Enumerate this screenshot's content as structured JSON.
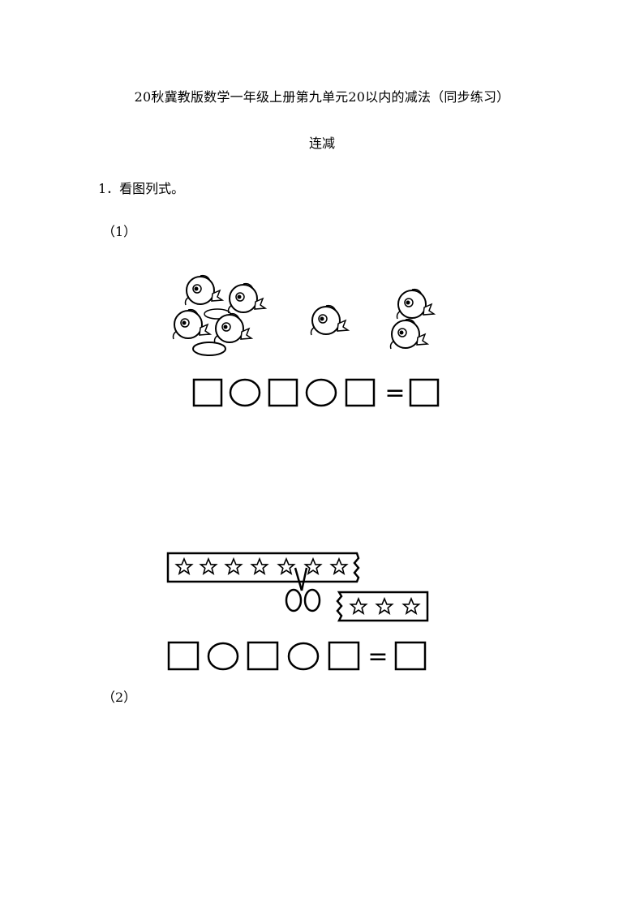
{
  "document": {
    "title": "20秋冀教版数学一年级上册第九单元20以内的减法（同步练习）",
    "subtitle": "连减",
    "question_1": "1．看图列式。",
    "part_1_label": "（1）",
    "part_2_label": "（2）",
    "equation_sign": "="
  },
  "illustrations": {
    "ducks": {
      "group_counts": [
        4,
        1,
        2
      ],
      "icon": "duck-icon"
    },
    "stars": {
      "strip_count": 7,
      "cut_count": 3,
      "icon": "star-icon",
      "tool_icon": "scissors-icon"
    }
  },
  "answer_rows": [
    {
      "slots": [
        "box",
        "circle",
        "box",
        "circle",
        "box",
        "equals",
        "box"
      ]
    },
    {
      "slots": [
        "box",
        "circle",
        "box",
        "circle",
        "box",
        "equals",
        "box"
      ]
    }
  ]
}
